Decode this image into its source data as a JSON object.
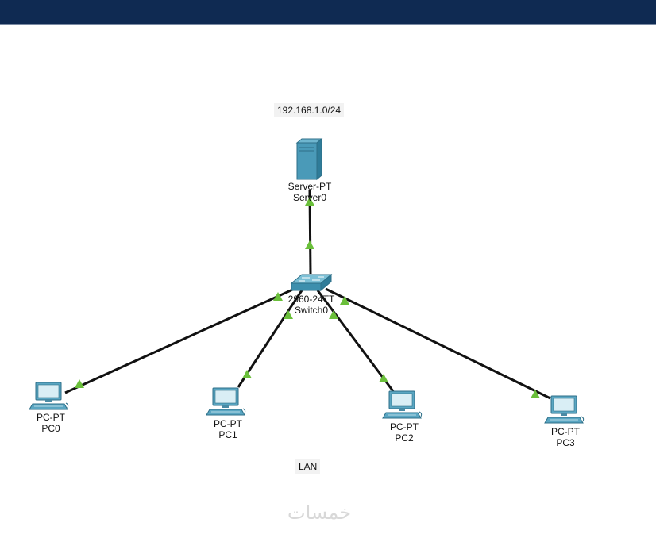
{
  "notes": {
    "network": "192.168.1.0/24",
    "lan": "LAN"
  },
  "devices": {
    "server": {
      "model": "Server-PT",
      "name": "Server0"
    },
    "switch": {
      "model": "2960-24TT",
      "name": "Switch0"
    },
    "pc0": {
      "model": "PC-PT",
      "name": "PC0"
    },
    "pc1": {
      "model": "PC-PT",
      "name": "PC1"
    },
    "pc2": {
      "model": "PC-PT",
      "name": "PC2"
    },
    "pc3": {
      "model": "PC-PT",
      "name": "PC3"
    }
  },
  "watermark": "خمسات",
  "colors": {
    "topbar": "#0f2a52",
    "link": "#111111",
    "link_up": "#6abf3a",
    "device": "#4a9ab8"
  }
}
